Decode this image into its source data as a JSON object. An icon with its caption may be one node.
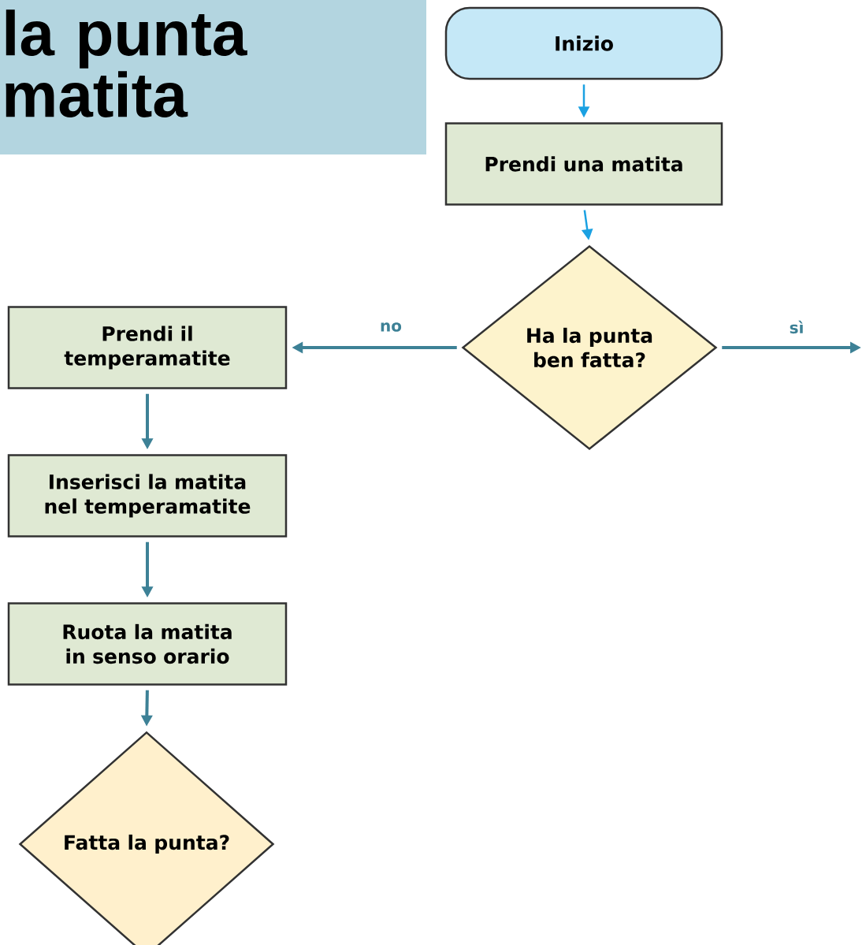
{
  "diagram": {
    "title": "la punta matita",
    "nodes": [
      {
        "text": [
          "Inizio"
        ]
      },
      {
        "text": [
          "Prendi una matita"
        ]
      },
      {
        "text": [
          "Ha la punta ben fatta?"
        ]
      },
      {
        "text": [
          "Prendi il temperamatite"
        ]
      },
      {
        "text": [
          "Inserisci la matita nel temperamatite"
        ]
      },
      {
        "text": [
          "Ruota la matita in senso orario"
        ]
      },
      {
        "text": [
          "Fatta la punta?"
        ]
      }
    ],
    "edges": [
      {
        "from": 0,
        "to": 1,
        "arrow": "to",
        "color": "#1ba1e2"
      },
      {
        "from": 1,
        "to": 2,
        "arrow": "to",
        "color": "#1ba1e2"
      },
      {
        "from": 2,
        "to": 3,
        "arrow": "to",
        "label": "no"
      },
      {
        "from": 2,
        "to": null,
        "arrow": "to",
        "label": "sì"
      },
      {
        "from": 3,
        "to": 4,
        "arrow": "to"
      },
      {
        "from": 4,
        "to": 5,
        "arrow": "to"
      },
      {
        "from": 5,
        "to": 6,
        "arrow": "to"
      }
    ]
  }
}
